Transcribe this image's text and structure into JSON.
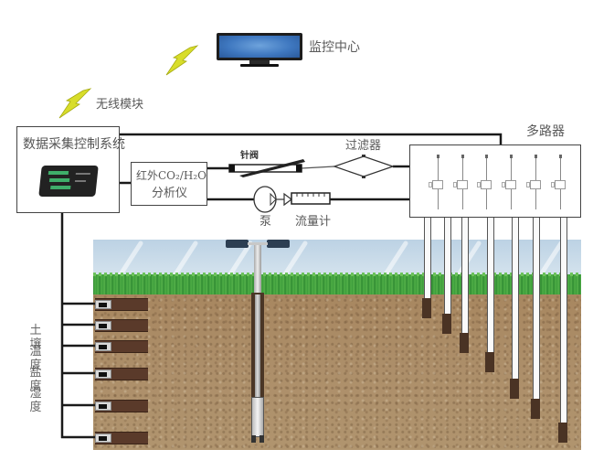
{
  "monitoring_center": {
    "label": "监控中心",
    "icon": "monitor-icon"
  },
  "wireless_module": {
    "label": "无线模块",
    "icon": "lightning-bolt-icon"
  },
  "data_logger": {
    "label": "数据采集控制系统",
    "icon": "datalogger-device-icon"
  },
  "analyzer": {
    "line1": "红外CO₂/H₂O",
    "line2": "分析仪"
  },
  "needle_valve": {
    "label": "针阀"
  },
  "filter": {
    "label": "过滤器"
  },
  "pump": {
    "label": "泵"
  },
  "flowmeter": {
    "label": "流量计"
  },
  "multiplexer": {
    "label": "多路器",
    "channels": 6
  },
  "soil_sensors": {
    "label_lines": [
      "土壤",
      "温度",
      "盐度",
      "湿度"
    ],
    "count": 6
  },
  "gas_tubes": {
    "count": 7
  },
  "colors": {
    "wire": "#1a1a1a",
    "sky": "#c9dbe8",
    "grass": "#3f9a3c",
    "soil": "#a88a64",
    "screen": "#3f78c0",
    "bolt": "#d8dd2a"
  }
}
